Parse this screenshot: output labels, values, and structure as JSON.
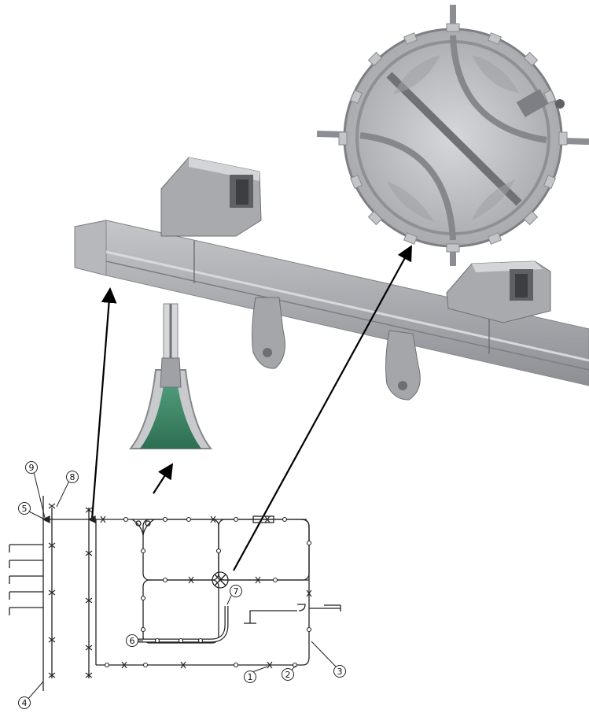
{
  "figure": {
    "callouts": [
      {
        "id": "c1",
        "text": "1"
      },
      {
        "id": "c2",
        "text": "2"
      },
      {
        "id": "c3",
        "text": "3"
      },
      {
        "id": "c4",
        "text": "4"
      },
      {
        "id": "c5",
        "text": "5"
      },
      {
        "id": "c6",
        "text": "6"
      },
      {
        "id": "c7",
        "text": "7"
      },
      {
        "id": "c8",
        "text": "8"
      },
      {
        "id": "c9",
        "text": "9"
      }
    ]
  },
  "colors": {
    "rail_light": "#dcdde0",
    "rail_mid": "#b9bbbf",
    "rail_dark": "#7d7f84",
    "track_line": "#222222",
    "switch_fill": "#3f8a6a",
    "arrow": "#000000"
  },
  "components": {
    "rail_icon": "rail-beam",
    "turntable_icon": "rotary-crossing-switch",
    "switch_icon": "y-junction-switch",
    "layout_icon": "track-layout-plan"
  }
}
